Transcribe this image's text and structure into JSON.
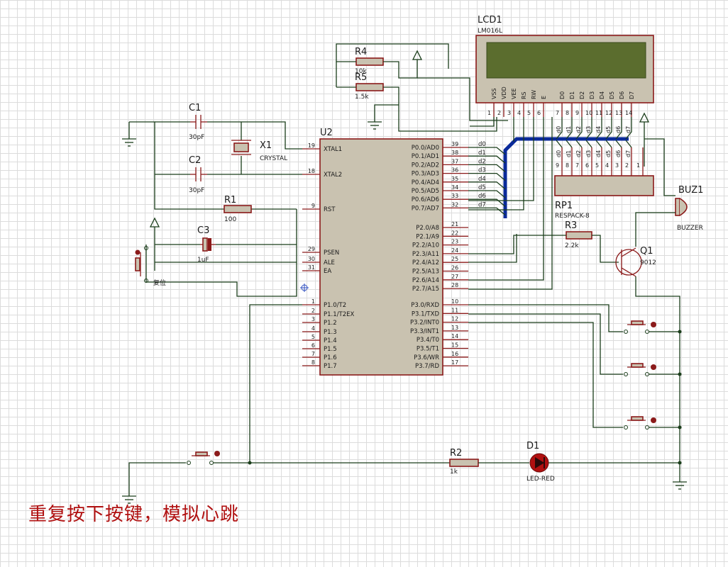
{
  "caption": "重复按下按键，模拟心跳",
  "colors": {
    "wire": "#1a3d1a",
    "bus": "#0a2a9a",
    "component": "#8b1a1a",
    "body": "#c9c2b0",
    "lcd": "#5b6d2e",
    "caption": "#b01010"
  },
  "components": {
    "u2": {
      "ref": "U2"
    },
    "lcd1": {
      "ref": "LCD1",
      "value": "LM016L"
    },
    "rp1": {
      "ref": "RP1",
      "value": "RESPACK-8"
    },
    "c1": {
      "ref": "C1",
      "value": "30pF"
    },
    "c2": {
      "ref": "C2",
      "value": "30pF"
    },
    "c3": {
      "ref": "C3",
      "value": "1uF"
    },
    "x1": {
      "ref": "X1",
      "value": "CRYSTAL"
    },
    "r1": {
      "ref": "R1",
      "value": "100"
    },
    "r2": {
      "ref": "R2",
      "value": "1k"
    },
    "r3": {
      "ref": "R3",
      "value": "2.2k"
    },
    "r4": {
      "ref": "R4",
      "value": "10k"
    },
    "r5": {
      "ref": "R5",
      "value": "1.5k"
    },
    "q1": {
      "ref": "Q1",
      "value": "9012"
    },
    "buz1": {
      "ref": "BUZ1",
      "value": "BUZZER"
    },
    "d1": {
      "ref": "D1",
      "value": "LED-RED"
    },
    "reset": {
      "label": "复位"
    }
  },
  "u2_left_pins": [
    {
      "num": "19",
      "name": "XTAL1"
    },
    {
      "num": "18",
      "name": "XTAL2"
    },
    {
      "num": "9",
      "name": "RST"
    },
    {
      "num": "29",
      "name": "PSEN"
    },
    {
      "num": "30",
      "name": "ALE"
    },
    {
      "num": "31",
      "name": "EA"
    },
    {
      "num": "1",
      "name": "P1.0/T2"
    },
    {
      "num": "2",
      "name": "P1.1/T2EX"
    },
    {
      "num": "3",
      "name": "P1.2"
    },
    {
      "num": "4",
      "name": "P1.3"
    },
    {
      "num": "5",
      "name": "P1.4"
    },
    {
      "num": "6",
      "name": "P1.5"
    },
    {
      "num": "7",
      "name": "P1.6"
    },
    {
      "num": "8",
      "name": "P1.7"
    }
  ],
  "u2_right_pins": [
    {
      "num": "39",
      "name": "P0.0/AD0"
    },
    {
      "num": "38",
      "name": "P0.1/AD1"
    },
    {
      "num": "37",
      "name": "P0.2/AD2"
    },
    {
      "num": "36",
      "name": "P0.3/AD3"
    },
    {
      "num": "35",
      "name": "P0.4/AD4"
    },
    {
      "num": "34",
      "name": "P0.5/AD5"
    },
    {
      "num": "33",
      "name": "P0.6/AD6"
    },
    {
      "num": "32",
      "name": "P0.7/AD7"
    },
    {
      "num": "21",
      "name": "P2.0/A8"
    },
    {
      "num": "22",
      "name": "P2.1/A9"
    },
    {
      "num": "23",
      "name": "P2.2/A10"
    },
    {
      "num": "24",
      "name": "P2.3/A11"
    },
    {
      "num": "25",
      "name": "P2.4/A12"
    },
    {
      "num": "26",
      "name": "P2.5/A13"
    },
    {
      "num": "27",
      "name": "P2.6/A14"
    },
    {
      "num": "28",
      "name": "P2.7/A15"
    },
    {
      "num": "10",
      "name": "P3.0/RXD"
    },
    {
      "num": "11",
      "name": "P3.1/TXD"
    },
    {
      "num": "12",
      "name": "P3.2/INT0"
    },
    {
      "num": "13",
      "name": "P3.3/INT1"
    },
    {
      "num": "14",
      "name": "P3.4/T0"
    },
    {
      "num": "15",
      "name": "P3.5/T1"
    },
    {
      "num": "16",
      "name": "P3.6/WR"
    },
    {
      "num": "17",
      "name": "P3.7/RD"
    }
  ],
  "p0_net_labels": [
    "d0",
    "d1",
    "d2",
    "d3",
    "d4",
    "d5",
    "d6",
    "d7"
  ],
  "lcd_pins": [
    {
      "name": "VSS",
      "num": "1"
    },
    {
      "name": "VDD",
      "num": "2"
    },
    {
      "name": "VEE",
      "num": "3"
    },
    {
      "name": "RS",
      "num": "4"
    },
    {
      "name": "RW",
      "num": "5"
    },
    {
      "name": "E",
      "num": "6"
    },
    {
      "name": "D0",
      "num": "7",
      "net": "d0"
    },
    {
      "name": "D1",
      "num": "8",
      "net": "d1"
    },
    {
      "name": "D2",
      "num": "9",
      "net": "d2"
    },
    {
      "name": "D3",
      "num": "10",
      "net": "d3"
    },
    {
      "name": "D4",
      "num": "11",
      "net": "d4"
    },
    {
      "name": "D5",
      "num": "12",
      "net": "d5"
    },
    {
      "name": "D6",
      "num": "13",
      "net": "d6"
    },
    {
      "name": "D7",
      "num": "14",
      "net": "d7"
    }
  ],
  "rp1_pins": [
    {
      "num": "9",
      "net": "d0"
    },
    {
      "num": "8",
      "net": "d1"
    },
    {
      "num": "7",
      "net": "d2"
    },
    {
      "num": "6",
      "net": "d3"
    },
    {
      "num": "5",
      "net": "d4"
    },
    {
      "num": "4",
      "net": "d5"
    },
    {
      "num": "3",
      "net": "d6"
    },
    {
      "num": "2",
      "net": "d7"
    },
    {
      "num": "1",
      "net": ""
    }
  ]
}
